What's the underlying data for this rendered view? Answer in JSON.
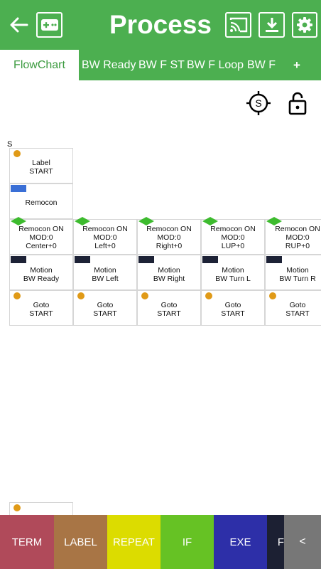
{
  "header": {
    "title": "Process",
    "colors": {
      "bar": "#4caf50",
      "tab_active_text": "#3a9a3e"
    },
    "icons": [
      "back-arrow-icon",
      "gamepad-icon",
      "cast-icon",
      "download-icon",
      "settings-gear-icon"
    ]
  },
  "tabs": [
    {
      "label": "FlowChart",
      "active": true
    },
    {
      "label": "BW Ready"
    },
    {
      "label": "BW F ST"
    },
    {
      "label": "BW F Loop"
    },
    {
      "label": "BW F"
    },
    {
      "label": "+"
    }
  ],
  "canvas": {
    "start_marker": "S",
    "tool_icons": [
      "target-s-icon",
      "unlock-icon"
    ],
    "target_icon_letter": "S",
    "top_blocks": [
      {
        "line1": "Label",
        "line2": "START"
      },
      {
        "line1": "Remocon"
      }
    ],
    "columns": [
      {
        "remocon": {
          "line1": "Remocon  ON",
          "line2": "MOD:0",
          "line3": "Center+0"
        },
        "motion": {
          "line1": "Motion",
          "line2": "BW Ready"
        },
        "goto": {
          "line1": "Goto",
          "line2": "START"
        }
      },
      {
        "remocon": {
          "line1": "Remocon  ON",
          "line2": "MOD:0",
          "line3": "Left+0"
        },
        "motion": {
          "line1": "Motion",
          "line2": "BW Left"
        },
        "goto": {
          "line1": "Goto",
          "line2": "START"
        }
      },
      {
        "remocon": {
          "line1": "Remocon  ON",
          "line2": "MOD:0",
          "line3": "Right+0"
        },
        "motion": {
          "line1": "Motion",
          "line2": "BW Right"
        },
        "goto": {
          "line1": "Goto",
          "line2": "START"
        }
      },
      {
        "remocon": {
          "line1": "Remocon  ON",
          "line2": "MOD:0",
          "line3": "LUP+0"
        },
        "motion": {
          "line1": "Motion",
          "line2": "BW Turn L"
        },
        "goto": {
          "line1": "Goto",
          "line2": "START"
        }
      },
      {
        "remocon": {
          "line1": "Remocon  ON",
          "line2": "MOD:0",
          "line3": "RUP+0"
        },
        "motion": {
          "line1": "Motion",
          "line2": "BW Turn R"
        },
        "goto": {
          "line1": "Goto",
          "line2": "START"
        }
      }
    ]
  },
  "bottom_bar": [
    {
      "label": "TERM",
      "color": "#b04a5a"
    },
    {
      "label": "LABEL",
      "color": "#a87545"
    },
    {
      "label": "REPEAT",
      "color": "#dcdc00"
    },
    {
      "label": "IF",
      "color": "#66c224"
    },
    {
      "label": "EXE",
      "color": "#2d2fa8"
    },
    {
      "label": "F",
      "color": "#1c2033"
    },
    {
      "label": "<",
      "color": "#777777"
    }
  ]
}
